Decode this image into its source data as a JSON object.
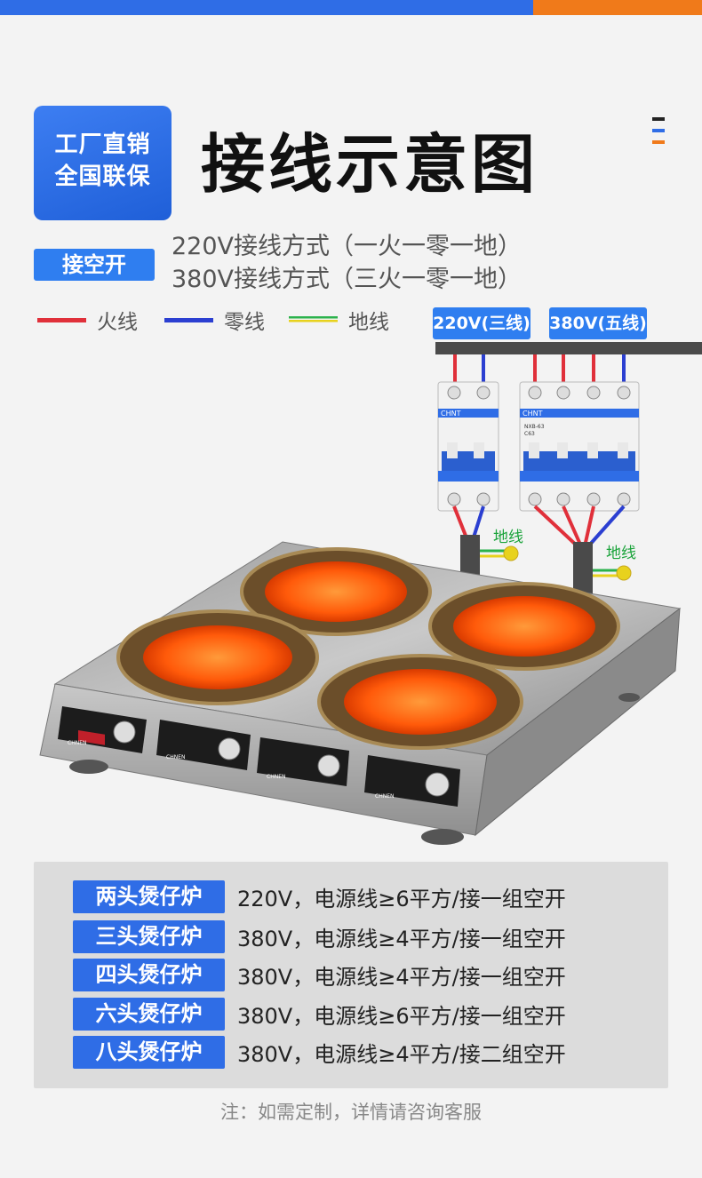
{
  "header": {
    "badge_line1": "工厂直销",
    "badge_line2": "全国联保",
    "title": "接线示意图"
  },
  "wiring": {
    "breaker_label": "接空开",
    "method_220": "220V接线方式（一火一零一地）",
    "method_380": "380V接线方式（三火一零一地）"
  },
  "legend": {
    "live": "火线",
    "neutral": "零线",
    "ground": "地线",
    "colors": {
      "live": "#e0303a",
      "neutral": "#2b3fd1",
      "ground": "#2bb24c"
    }
  },
  "diagram": {
    "tag_220": "220V(三线)",
    "tag_380": "380V(五线)",
    "ground_label_left": "地线",
    "ground_label_right": "地线",
    "breaker_brand": "CHNT",
    "breaker_model_1": "NXB-63",
    "breaker_model_2": "C63",
    "panel_brand": "CHNEN"
  },
  "specs": [
    {
      "name": "两头煲仔炉",
      "desc": "220V，电源线≥6平方/接一组空开"
    },
    {
      "name": "三头煲仔炉",
      "desc": "380V，电源线≥4平方/接一组空开"
    },
    {
      "name": "四头煲仔炉",
      "desc": "380V，电源线≥4平方/接一组空开"
    },
    {
      "name": "六头煲仔炉",
      "desc": "380V，电源线≥6平方/接一组空开"
    },
    {
      "name": "八头煲仔炉",
      "desc": "380V，电源线≥4平方/接二组空开"
    }
  ],
  "footnote": "注：如需定制，详情请咨询客服",
  "colors": {
    "accent_blue": "#2f6de6",
    "accent_orange": "#f07a1a"
  }
}
